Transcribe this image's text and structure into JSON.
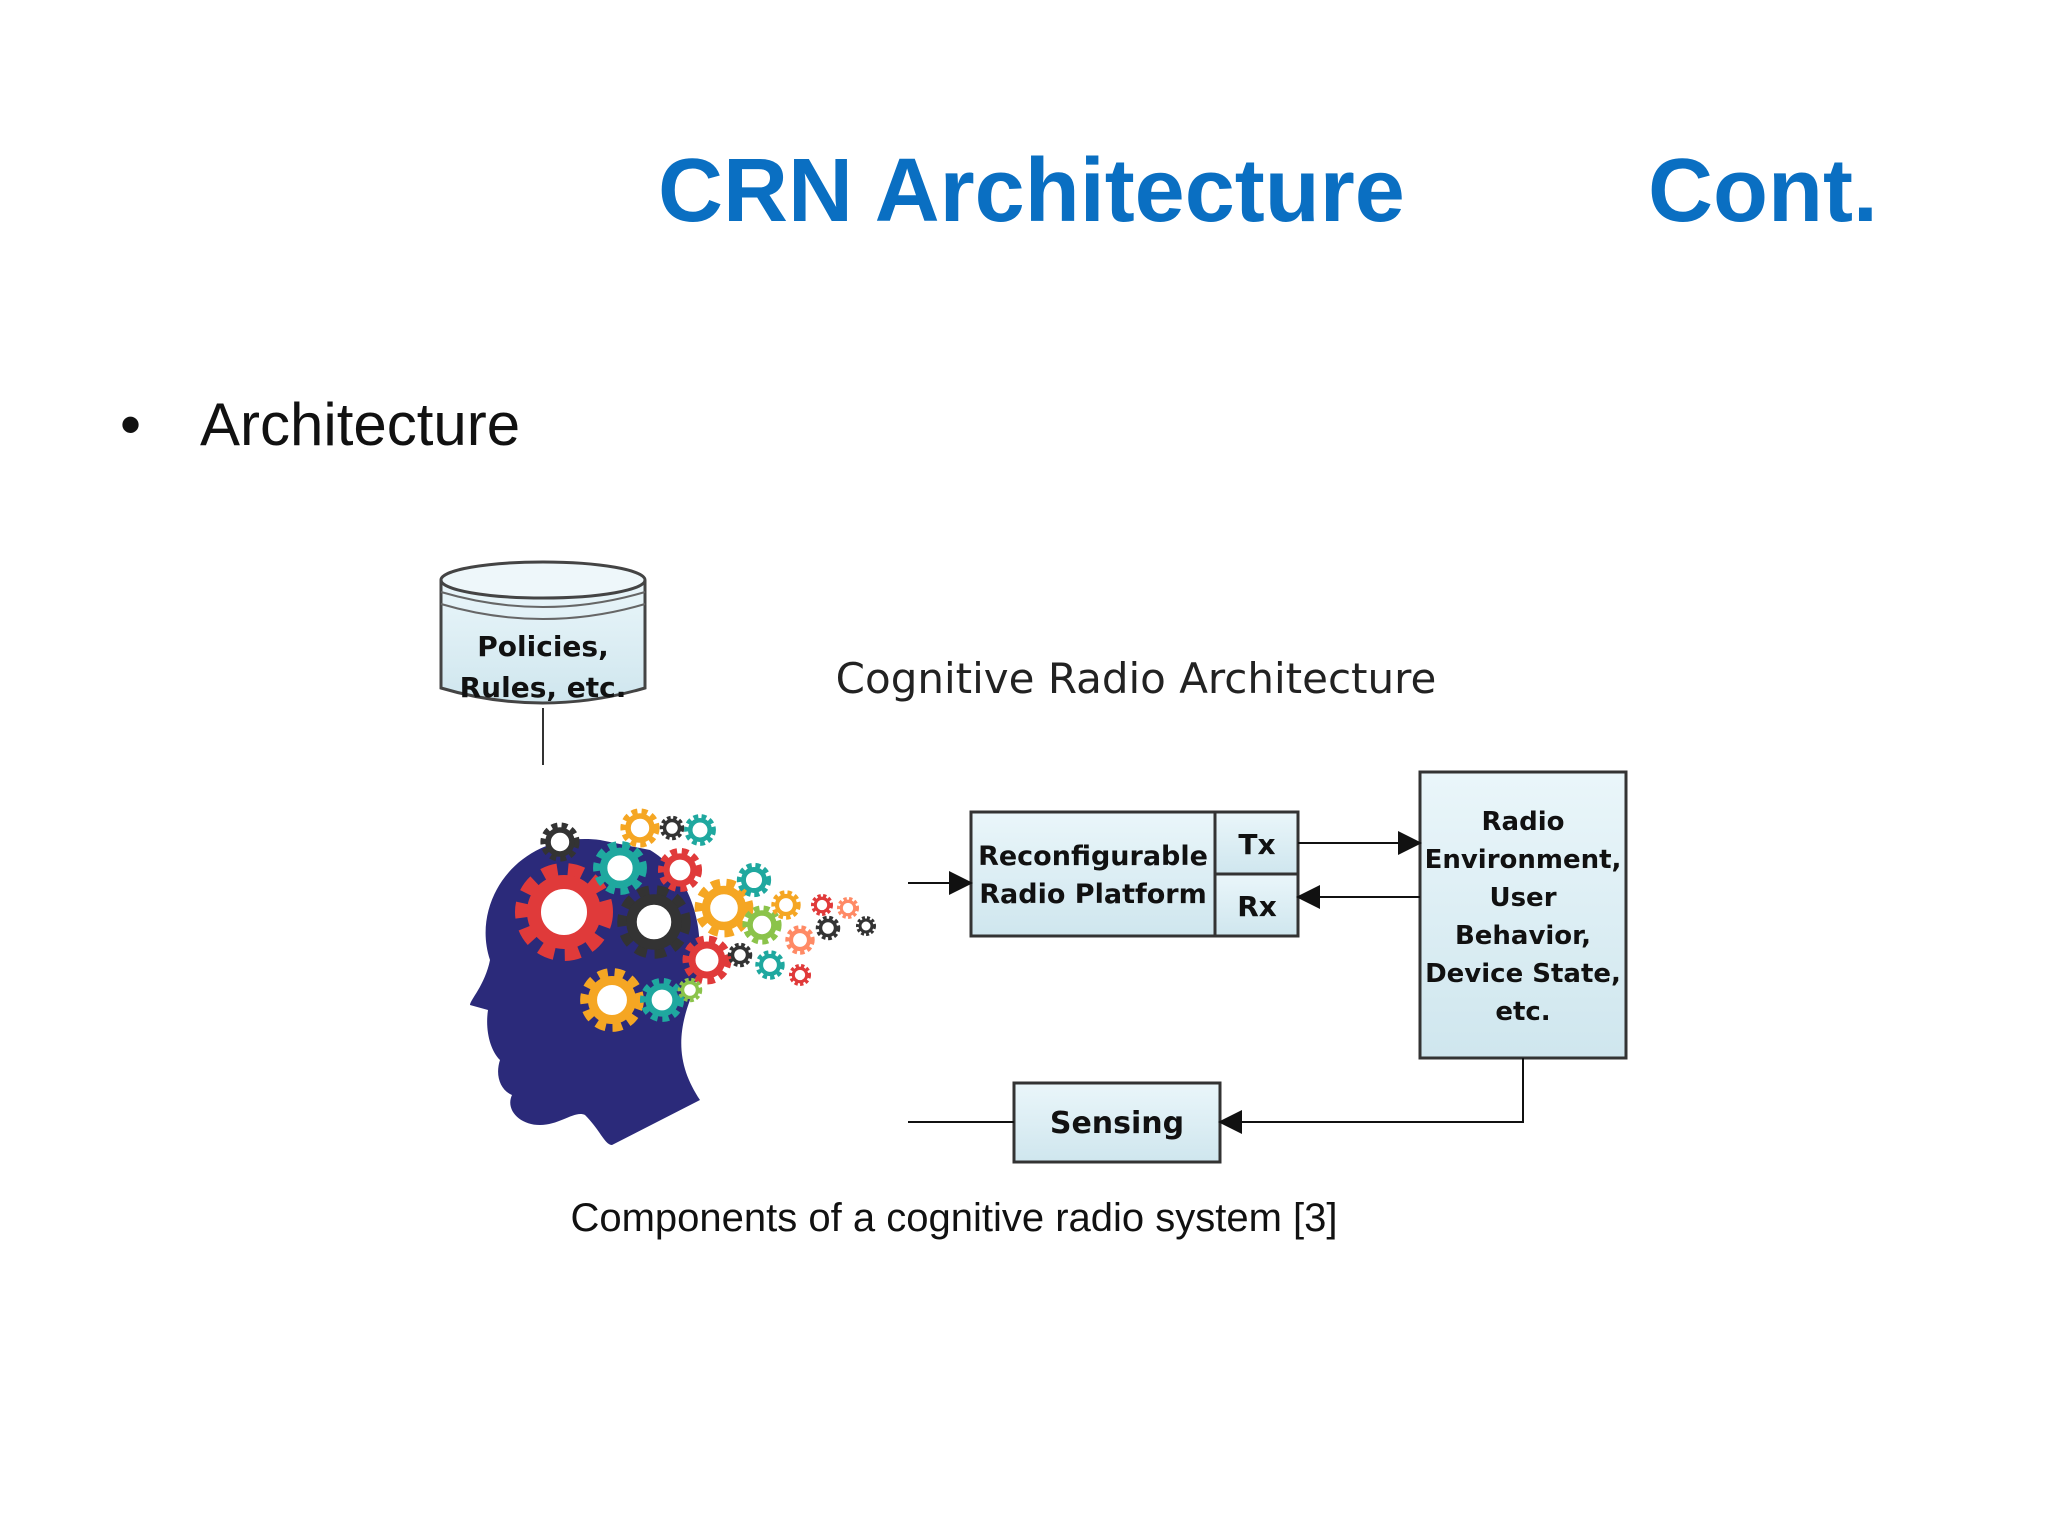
{
  "slide": {
    "title_main": "CRN Architecture",
    "title_cont": "Cont.",
    "bullet_marker": "•",
    "bullet_text": "Architecture",
    "caption": "Components of a cognitive radio system [3]"
  },
  "diagram": {
    "title": "Cognitive Radio Architecture",
    "database": {
      "line1": "Policies,",
      "line2": "Rules, etc."
    },
    "platform": {
      "line1": "Reconfigurable",
      "line2": "Radio Platform"
    },
    "tx": "Tx",
    "rx": "Rx",
    "environment": [
      "Radio",
      "Environment,",
      "User",
      "Behavior,",
      "Device State,",
      "etc."
    ],
    "sensing": "Sensing"
  },
  "colors": {
    "title_blue": "#0a6fc2",
    "head_navy": "#2b2a7a",
    "box_fill": "#ddeff5",
    "gear_colors": [
      "#e03a3a",
      "#f5a623",
      "#1fa89f",
      "#333333",
      "#ff8a65",
      "#8bc34a"
    ]
  },
  "icons": {
    "head": "head-with-gears-icon",
    "database": "database-cylinder-icon"
  }
}
